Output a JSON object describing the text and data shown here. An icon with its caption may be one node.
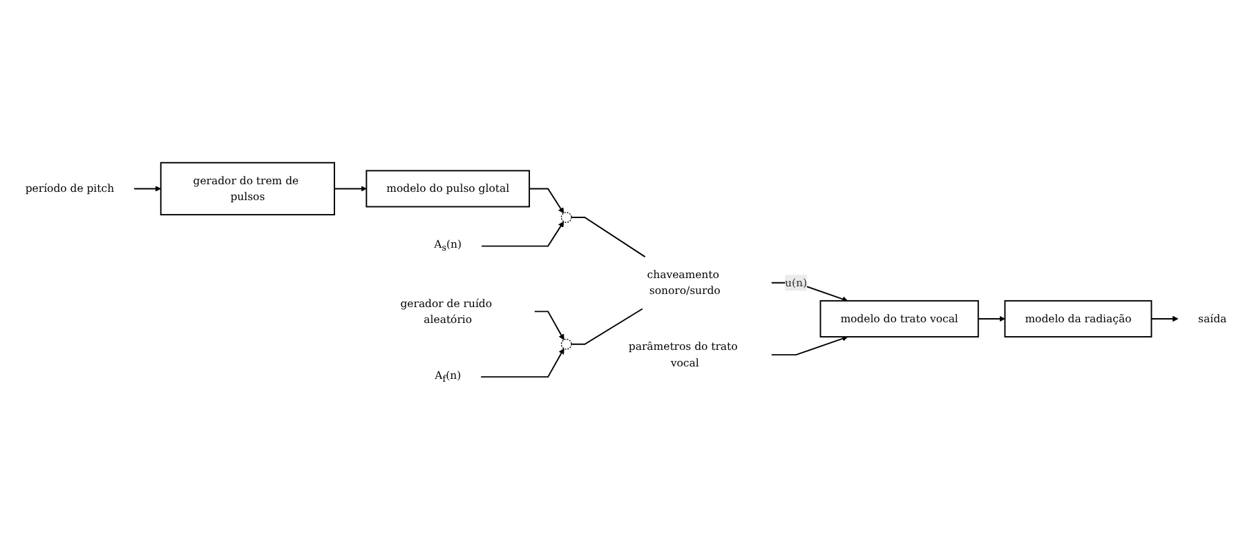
{
  "diagram": {
    "nodes": [
      {
        "text": [
          "período de pitch"
        ]
      },
      {
        "text": [
          "gerador do trem de pulsos"
        ]
      },
      {
        "text": [
          "modelo do pulso glotal"
        ]
      },
      {
        "text": [],
        "shape": "circle"
      },
      {
        "text": [
          "A$_{s}$(n)"
        ]
      },
      {
        "text": [
          "gerador de ruído aleatório"
        ]
      },
      {
        "text": [],
        "shape": "circle"
      },
      {
        "text": [
          "A$_{f}$(n)"
        ]
      },
      {
        "text": [
          "chaveamento sonoro/surdo"
        ]
      },
      {
        "text": [
          "parâmetros do trato vocal"
        ]
      },
      {
        "text": [
          "modelo do trato vocal"
        ]
      },
      {
        "text": [
          "modelo da radiação"
        ]
      },
      {
        "text": [
          "saída"
        ]
      }
    ],
    "edges": [
      {
        "from": 0,
        "to": 1,
        "arrow": "to"
      },
      {
        "from": 1,
        "to": 2,
        "arrow": "to"
      },
      {
        "from": 2,
        "to": 3,
        "arrow": "to"
      },
      {
        "from": 4,
        "to": 3,
        "arrow": "to"
      },
      {
        "from": 3,
        "to": 8,
        "arrow": "none"
      },
      {
        "from": 5,
        "to": 6,
        "arrow": "to"
      },
      {
        "from": 7,
        "to": 6,
        "arrow": "to"
      },
      {
        "from": 6,
        "to": 8,
        "arrow": "none"
      },
      {
        "from": 8,
        "to": 10,
        "arrow": "to",
        "label": "u(n)"
      },
      {
        "from": 9,
        "to": 10,
        "arrow": "to"
      },
      {
        "from": 10,
        "to": 11,
        "arrow": "to"
      },
      {
        "from": 11,
        "to": 12,
        "arrow": "to"
      }
    ]
  }
}
